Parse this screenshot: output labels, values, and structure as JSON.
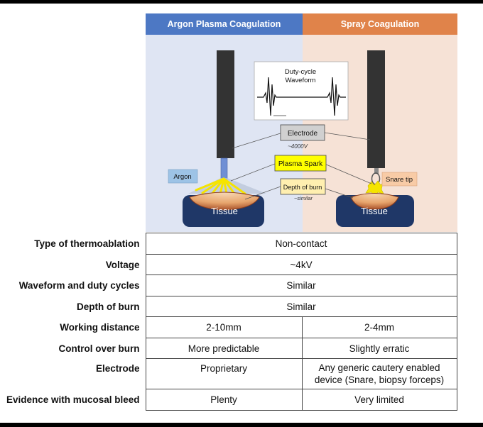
{
  "colors": {
    "apc_header": "#4d78c4",
    "spray_header": "#e0834a",
    "apc_panel": "#dfe5f3",
    "spray_panel": "#f6e2d6",
    "tissue": "#1f3767",
    "electrode_box": "#d0d0d0",
    "spark_box": "#ffff00",
    "depth_box": "#ffefb0",
    "argon_box": "#9dc3e6",
    "snare_box": "#f8cba6"
  },
  "headers": {
    "apc": "Argon Plasma Coagulation",
    "spray": "Spray Coagulation"
  },
  "diagram": {
    "waveform_title_line1": "Duty-cycle",
    "waveform_title_line2": "Waveform",
    "electrode": "Electrode",
    "voltage_note": "~4000V",
    "plasma_spark": "Plasma Spark",
    "depth_of_burn": "Depth of burn",
    "similar_note": "~similar",
    "argon": "Argon",
    "snare_tip": "Snare tip",
    "tissue_left": "Tissue",
    "tissue_right": "Tissue"
  },
  "table": {
    "rows": [
      {
        "label": "Type of thermoablation",
        "merged": true,
        "value": "Non-contact"
      },
      {
        "label": "Voltage",
        "merged": true,
        "value": "~4kV"
      },
      {
        "label": "Waveform and duty cycles",
        "merged": true,
        "value": "Similar"
      },
      {
        "label": "Depth of burn",
        "merged": true,
        "value": "Similar"
      },
      {
        "label": "Working distance",
        "merged": false,
        "apc": "2-10mm",
        "spray": "2-4mm"
      },
      {
        "label": "Control over burn",
        "merged": false,
        "apc": "More predictable",
        "spray": "Slightly erratic"
      },
      {
        "label": "Electrode",
        "merged": false,
        "apc": "Proprietary",
        "spray": "Any generic cautery enabled device (Snare, biopsy forceps)"
      },
      {
        "label": "Evidence with mucosal bleed",
        "merged": false,
        "apc": "Plenty",
        "spray": "Very limited"
      }
    ]
  }
}
